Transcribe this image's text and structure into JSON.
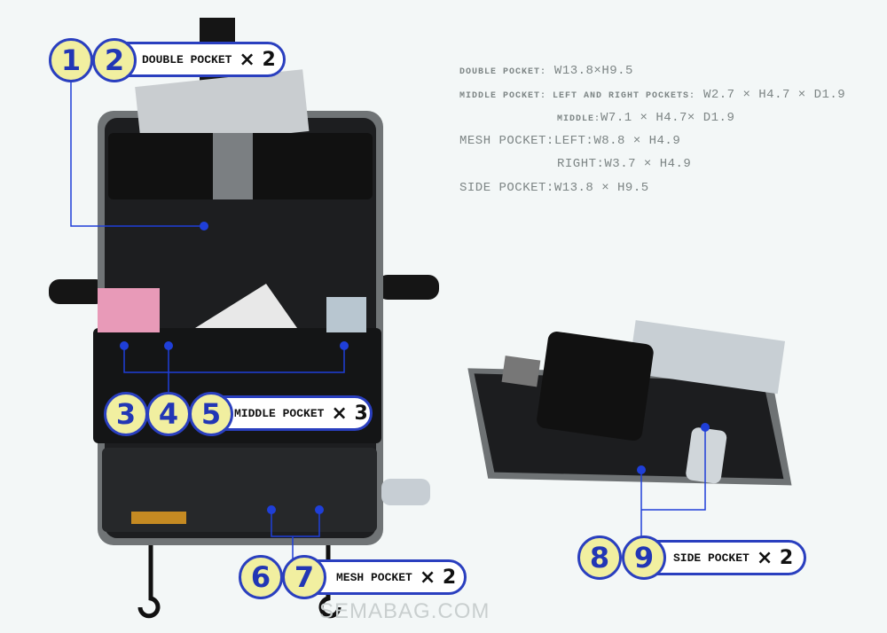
{
  "specs": {
    "double_label": "DOUBLE POCKET:",
    "double_value": "W13.8×H9.5",
    "middle_label": "MIDDLE POCKET: LEFT AND RIGHT POCKETS:",
    "middle_value": "W2.7 × H4.7 × D1.9",
    "middle2_label": "MIDDLE:",
    "middle2_value": "W7.1 × H4.7× D1.9",
    "mesh_left": "MESH POCKET:LEFT:W8.8 × H4.9",
    "mesh_right": "RIGHT:W3.7 × H4.9",
    "side": "SIDE POCKET:W13.8 × H9.5"
  },
  "callouts": [
    {
      "numbers": [
        "1",
        "2"
      ],
      "label": "DOUBLE POCKET",
      "times": "× 2"
    },
    {
      "numbers": [
        "3",
        "4",
        "5"
      ],
      "label": "MIDDLE POCKET",
      "times": "× 3"
    },
    {
      "numbers": [
        "6",
        "7"
      ],
      "label": "MESH POCKET",
      "times": "× 2"
    },
    {
      "numbers": [
        "8",
        "9"
      ],
      "label": "SIDE POCKET",
      "times": "× 2"
    }
  ],
  "watermark": "SEMABAG.COM",
  "colors": {
    "callout_border": "#2a3fbf",
    "callout_fill": "#f1efa0",
    "marker": "#1f3fd8",
    "bag": "#1b1c1e",
    "trim": "#6f7375"
  }
}
